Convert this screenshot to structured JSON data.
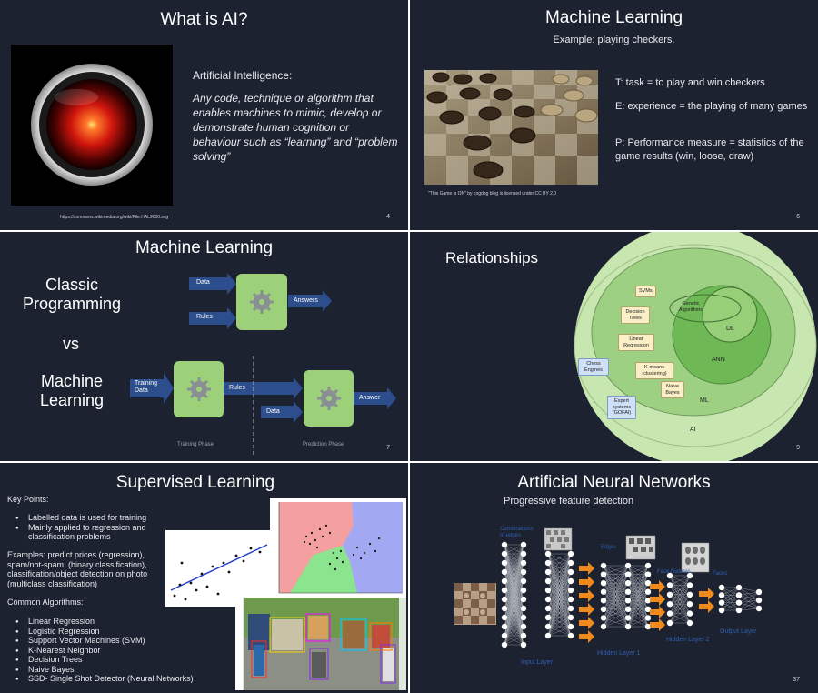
{
  "slides": {
    "s1": {
      "title": "What is AI?",
      "label": "Artificial Intelligence:",
      "definition": "Any code, technique or algorithm that enables machines to mimic, develop or demonstrate human cognition or behaviour  such as “learning” and “problem solving”",
      "credit": "https://commons.wikimedia.org/wiki/File:HAL9000.svg",
      "number": "4"
    },
    "s2": {
      "title": "Machine Learning",
      "subtitle": "Example: playing checkers.",
      "task": "T: task = to play and win checkers",
      "experience": "E: experience = the playing of many games",
      "performance": "P: Performance measure = statistics of the game results (win, loose, draw)",
      "credit": "\"This Game is ON\" by cogdog blog is licensed under CC BY 2.0",
      "number": "6"
    },
    "s3": {
      "title": "Machine Learning",
      "classic": "Classic Programming",
      "vs": "vs",
      "ml": "Machine Learning",
      "classic_inputs": [
        "Data",
        "Rules"
      ],
      "classic_output": "Answers",
      "training_input": "Training Data",
      "training_output": "Rules",
      "prediction_input": "Data",
      "prediction_output": "Answer",
      "training_phase": "Training Phase",
      "prediction_phase": "Prediction Phase",
      "number": "7"
    },
    "s4": {
      "title": "Relationships",
      "rings": {
        "ai": "AI",
        "ml": "ML",
        "ann": "ANN",
        "dl": "DL"
      },
      "boxes": [
        "SVMs",
        "Genetic Algorithms",
        "Decision Trees",
        "Linear Regression",
        "Chess Engines",
        "K-means (clustering)",
        "Naive Bayes",
        "Expert systems (GOFAI)"
      ],
      "number": "9"
    },
    "s5": {
      "title": "Supervised Learning",
      "key_points_label": "Key Points:",
      "key_points": [
        "Labelled data is used for training",
        "Mainly applied to regression and classification problems"
      ],
      "examples": "Examples: predict prices (regression), spam/not-spam, (binary classification), classification/object detection on photo (multiclass classification)",
      "algorithms_label": "Common Algorithms:",
      "algorithms": [
        "Linear Regression",
        "Logistic Regression",
        "Support Vector Machines (SVM)",
        "K-Nearest Neighbor",
        "Decision Trees",
        "Naive Bayes",
        "SSD- Single Shot Detector (Neural Networks)"
      ]
    },
    "s6": {
      "title": "Artificial Neural Networks",
      "subtitle": "Progressive feature detection",
      "labels": {
        "input": "Input Layer",
        "hidden1": "Hidden Layer 1",
        "hidden2": "Hidden Layer 2",
        "output": "Output Layer",
        "edges": "Edges",
        "combos": "Combinations of edges",
        "features": "Face features",
        "faces": "Faces"
      },
      "number": "37"
    }
  },
  "colors": {
    "slide_bg": "#1d2230",
    "arrow_blue": "#2d4e8c",
    "gear_box": "#9cd17a",
    "venn_light": "#c8e6b0",
    "venn_mid": "#9dd083",
    "venn_dark": "#6fb856",
    "nn_arrow": "#f08a1c"
  }
}
